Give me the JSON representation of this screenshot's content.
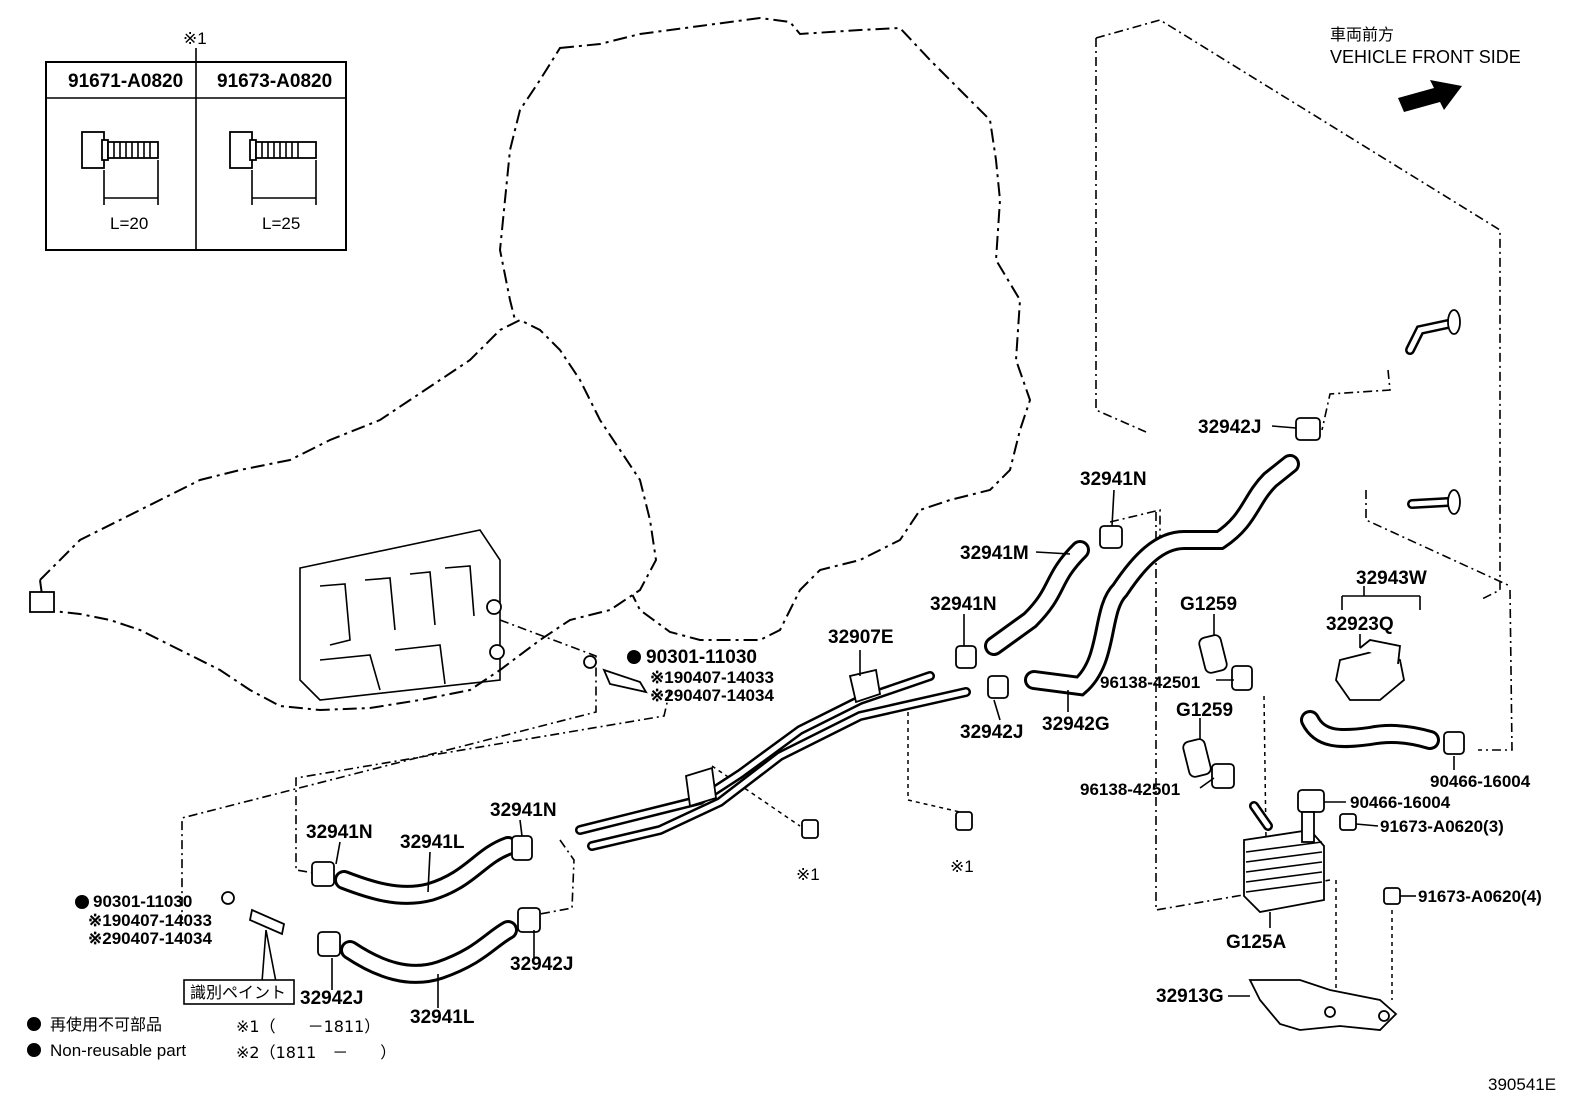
{
  "bolt_table": {
    "note_mark": "※1",
    "columns": [
      {
        "part_no": "91671-A0820",
        "length": "L=20"
      },
      {
        "part_no": "91673-A0820",
        "length": "L=25"
      }
    ]
  },
  "orientation": {
    "label_jp": "車両前方",
    "label_en": "VEHICLE FRONT SIDE"
  },
  "callouts": {
    "p32942J_top": "32942J",
    "p32941N_a": "32941N",
    "p32941M": "32941M",
    "p32941N_b": "32941N",
    "p32907E": "32907E",
    "p32942J_mid": "32942J",
    "p32942G": "32942G",
    "p90301_a": "90301-11030",
    "p190407_a": "※190407-14033",
    "p290407_a": "※290407-14034",
    "pG1259_a": "G1259",
    "pG1259_b": "G1259",
    "p96138_a": "96138-42501",
    "p96138_b": "96138-42501",
    "p32943W": "32943W",
    "p32923Q": "32923Q",
    "p90466_a": "90466-16004",
    "p90466_b": "90466-16004",
    "p91673_3": "91673-A0620(3)",
    "p91673_4": "91673-A0620(4)",
    "pG125A": "G125A",
    "p32913G": "32913G",
    "p32941N_c": "32941N",
    "p32941L_a": "32941L",
    "p32941N_d": "32941N",
    "p32942J_low": "32942J",
    "p32942J_bot": "32942J",
    "p32941L_b": "32941L",
    "p90301_b": "90301-11030",
    "p190407_b": "※190407-14033",
    "p290407_b": "※290407-14034",
    "mark1_a": "※1",
    "mark1_b": "※1",
    "paint_label": "識別ペイント"
  },
  "legend": {
    "nonreusable_jp": "再使用不可部品",
    "nonreusable_en": "Non-reusable part",
    "note1": "※1（　　－1811）",
    "note2": "※2（1811　－　　）"
  },
  "figure_id": "390541E"
}
